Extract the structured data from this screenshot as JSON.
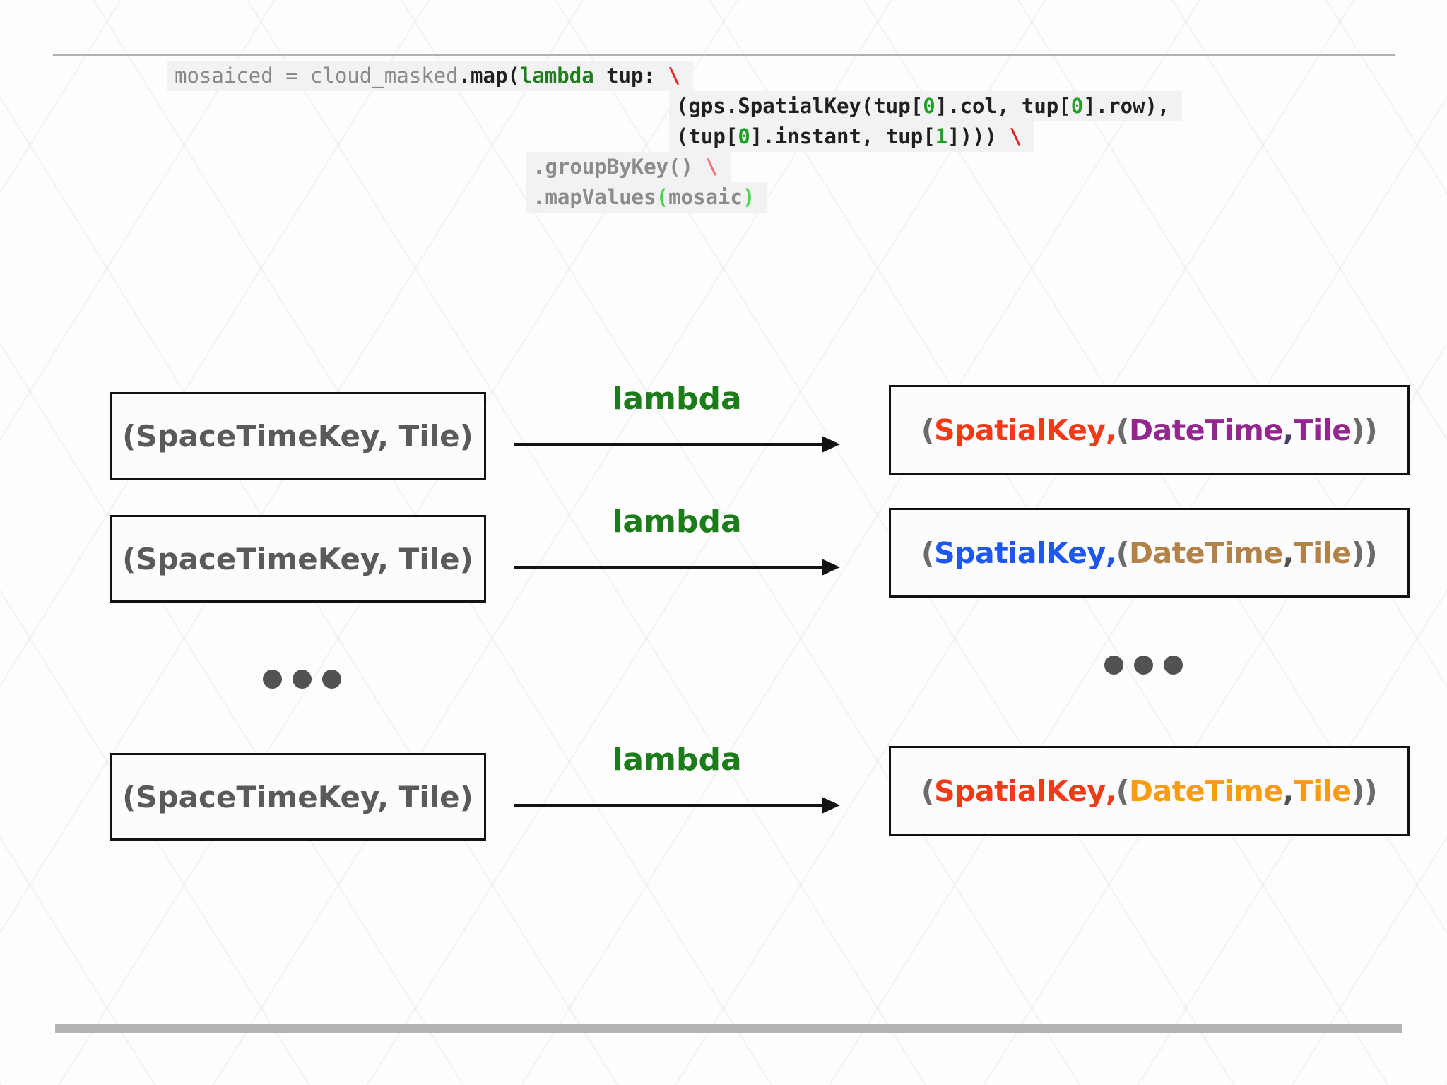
{
  "page": {
    "background_color": "#fdfdfe",
    "pattern": "faint diagonal crosshatch",
    "top_rule_color": "#b2b0b2",
    "bottom_bar_color": "#b6b3b6"
  },
  "code": {
    "language": "python",
    "plain_text": "mosaiced = cloud_masked.map(lambda tup: \\\n(gps.SpatialKey(tup[0].col, tup[0].row),\n(tup[0].instant, tup[1]))) \\\n.groupByKey() \\\n.mapValues(mosaic)",
    "lines": [
      {
        "segments": [
          {
            "text": "mosaiced = cloud_masked",
            "color": "#8a868a",
            "bold": false
          },
          {
            "text": ".map(",
            "color": "#221f22"
          },
          {
            "text": "lambda",
            "color": "#1e7d1a"
          },
          {
            "text": " tup: ",
            "color": "#221f22"
          },
          {
            "text": "\\",
            "color": "#e0231d"
          }
        ]
      },
      {
        "segments": [
          {
            "text": "(gps.SpatialKey(tup[",
            "color": "#221f22"
          },
          {
            "text": "0",
            "color": "#1fa125"
          },
          {
            "text": "].col, tup[",
            "color": "#221f22"
          },
          {
            "text": "0",
            "color": "#1fa125"
          },
          {
            "text": "].row),",
            "color": "#221f22"
          }
        ]
      },
      {
        "segments": [
          {
            "text": "(tup[",
            "color": "#221f22"
          },
          {
            "text": "0",
            "color": "#1fa125"
          },
          {
            "text": "].instant, tup[",
            "color": "#221f22"
          },
          {
            "text": "1",
            "color": "#1fa125"
          },
          {
            "text": "]))) ",
            "color": "#221f22"
          },
          {
            "text": "\\",
            "color": "#e0231d"
          }
        ]
      },
      {
        "segments": [
          {
            "text": ".groupByKey() ",
            "color": "#8d8a8d"
          },
          {
            "text": "\\",
            "color": "#ef7470"
          }
        ]
      },
      {
        "segments": [
          {
            "text": ".mapValues",
            "color": "#8d8a8d"
          },
          {
            "text": "(",
            "color": "#43da46"
          },
          {
            "text": "mosaic",
            "color": "#8d8a8d"
          },
          {
            "text": ")",
            "color": "#43da46"
          }
        ]
      }
    ]
  },
  "diagram": {
    "rows": [
      {
        "left_label": "(SpaceTimeKey, Tile)",
        "arrow_label": "lambda",
        "right_segments": [
          {
            "text": "(",
            "color": "#6d6a6d"
          },
          {
            "text": "SpatialKey",
            "color": "#f23a17"
          },
          {
            "text": ",",
            "color": "#f23a17"
          },
          {
            "text": " (",
            "color": "#6d6a6d"
          },
          {
            "text": "DateTime",
            "color": "#93278f"
          },
          {
            "text": ",",
            "color": "#474064"
          },
          {
            "text": " Tile",
            "color": "#93278f"
          },
          {
            "text": "))",
            "color": "#6d6a6d"
          }
        ]
      },
      {
        "left_label": "(SpaceTimeKey, Tile)",
        "arrow_label": "lambda",
        "right_segments": [
          {
            "text": "(",
            "color": "#6d6a6d"
          },
          {
            "text": "SpatialKey",
            "color": "#1f57ee"
          },
          {
            "text": ",",
            "color": "#1f57ee"
          },
          {
            "text": " (",
            "color": "#6d6a6d"
          },
          {
            "text": "DateTime",
            "color": "#b28349"
          },
          {
            "text": ",",
            "color": "#55504b"
          },
          {
            "text": " Tile",
            "color": "#b28349"
          },
          {
            "text": "))",
            "color": "#6d6a6d"
          }
        ]
      },
      {
        "left_label": "(SpaceTimeKey, Tile)",
        "arrow_label": "lambda",
        "right_segments": [
          {
            "text": "(",
            "color": "#6d6a6d"
          },
          {
            "text": "SpatialKey",
            "color": "#f23a17"
          },
          {
            "text": ",",
            "color": "#f23a17"
          },
          {
            "text": " (",
            "color": "#6d6a6d"
          },
          {
            "text": "DateTime",
            "color": "#fb9b10"
          },
          {
            "text": ",",
            "color": "#544f4a"
          },
          {
            "text": " Tile",
            "color": "#fb9b10"
          },
          {
            "text": "))",
            "color": "#6d6a6d"
          }
        ]
      }
    ],
    "ellipsis": {
      "icon": "ellipsis-dots",
      "count": 3,
      "color": "#545154"
    }
  }
}
